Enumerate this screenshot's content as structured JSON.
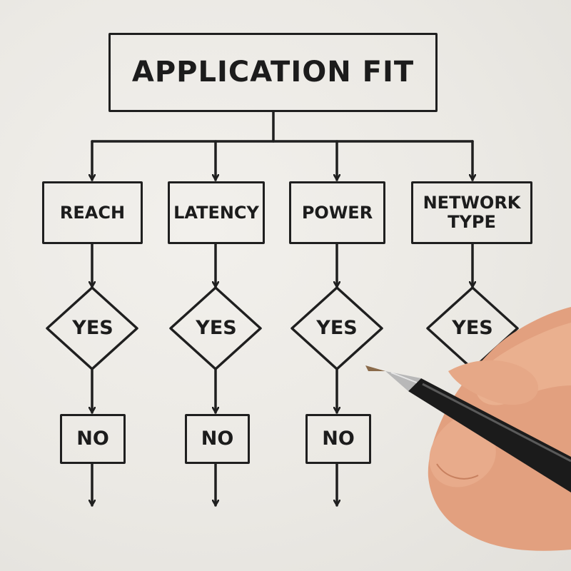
{
  "diagram": {
    "title": "APPLICATION FIT",
    "categories": [
      {
        "label": "REACH",
        "decision": "YES",
        "outcome": "NO"
      },
      {
        "label": "LATENCY",
        "decision": "YES",
        "outcome": "NO"
      },
      {
        "label": "POWER",
        "decision": "YES",
        "outcome": "NO"
      },
      {
        "label_lines": [
          "NETWORK",
          "TYPE"
        ],
        "decision": "YES"
      }
    ]
  },
  "colors": {
    "ink": "#1f1f1f",
    "paper": "#eceae5",
    "pen_body": "#1b1b1b",
    "pen_tip": "#b8b8b8",
    "skin": "#e4a382"
  },
  "icons": {
    "hand": "hand-holding-pen",
    "pen": "ballpoint-pen"
  }
}
